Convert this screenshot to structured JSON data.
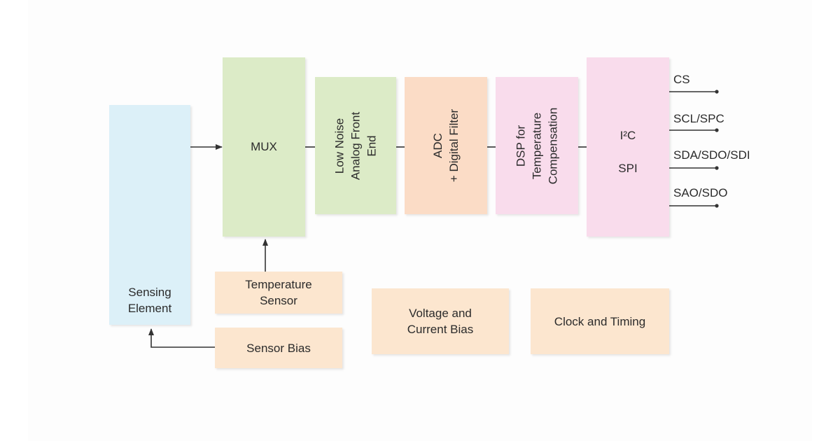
{
  "colors": {
    "sensing": "#dcf0f8",
    "mux": "#dcebc7",
    "afe": "#dcebc7",
    "adc": "#fbdcc6",
    "dsp": "#f9dcec",
    "interface": "#f9dcec",
    "support": "#fce6cf",
    "wire": "#333333"
  },
  "blocks": {
    "sensing_element": "Sensing\nElement",
    "mux": "MUX",
    "afe": "Low Noise\nAnalog Front End",
    "adc": "ADC\n+ Digital Filter",
    "dsp": "DSP for Temperature\nCompensation",
    "interface_i2c": "I²C",
    "interface_spi": "SPI",
    "temperature_sensor": "Temperature\nSensor",
    "sensor_bias": "Sensor Bias",
    "voltage_bias": "Voltage and\nCurrent Bias",
    "clock_timing": "Clock and Timing"
  },
  "pins": [
    "CS",
    "SCL/SPC",
    "SDA/SDO/SDI",
    "SAO/SDO"
  ]
}
